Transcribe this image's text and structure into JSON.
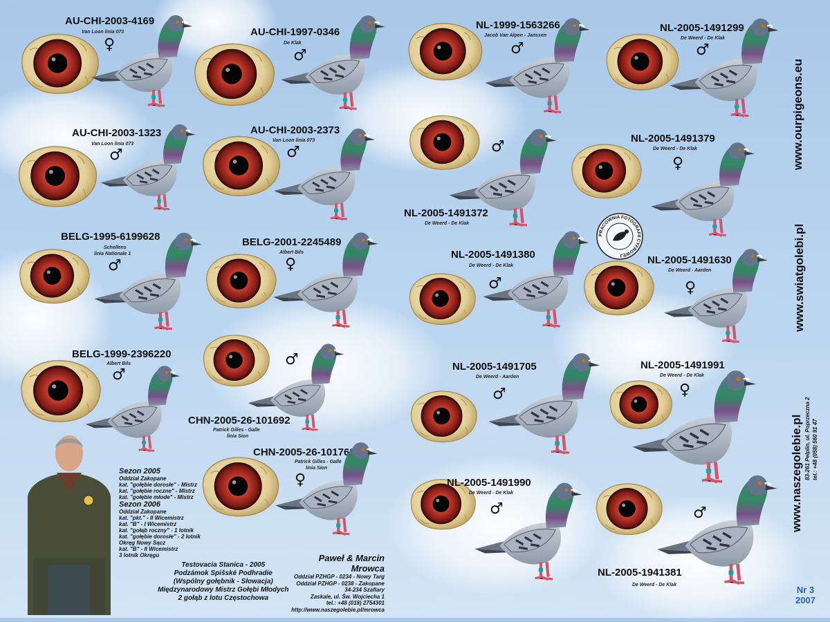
{
  "entries": [
    {
      "ring": "AU-CHI-2003-4169",
      "breeder": "Van Loon linia 073",
      "sex": "♀"
    },
    {
      "ring": "AU-CHI-1997-0346",
      "breeder": "De Klak",
      "sex": "♂"
    },
    {
      "ring": "AU-CHI-2003-1323",
      "breeder": "Van Loon linia 073",
      "sex": "♂"
    },
    {
      "ring": "AU-CHI-2003-2373",
      "breeder": "Van Loon linia 073",
      "sex": "♂"
    },
    {
      "ring": "BELG-1995-6199628",
      "breeder": "Schellens",
      "breeder2": "linia Nationale 1",
      "sex": "♂"
    },
    {
      "ring": "BELG-2001-2245489",
      "breeder": "Albert Bils",
      "sex": "♀"
    },
    {
      "ring": "BELG-1999-2396220",
      "breeder": "Albert Bils",
      "sex": "♂"
    },
    {
      "ring": "CHN-2005-26-101692",
      "breeder": "Patrick Gilles - Galle",
      "breeder2": "linia Sion",
      "sex": "♂"
    },
    {
      "ring": "CHN-2005-26-101769",
      "breeder": "Patrick Gilles - Galle",
      "breeder2": "linia Sion",
      "sex": "♀"
    },
    {
      "ring": "NL-1999-1563266",
      "breeder": "Jacob Van Alpen - Janssen",
      "sex": "♂"
    },
    {
      "ring": "NL-2005-1491299",
      "breeder": "De Weerd - De Klak",
      "sex": "♂"
    },
    {
      "ring": "NL-2005-1491379",
      "breeder": "De Weerd - De Klak",
      "sex": "♀"
    },
    {
      "ring": "NL-2005-1491372",
      "breeder": "De Weerd - De Klak",
      "sex": "♂"
    },
    {
      "ring": "NL-2005-1491380",
      "breeder": "De Weerd - De Klak",
      "sex": "♂"
    },
    {
      "ring": "NL-2005-1491630",
      "breeder": "De Weerd - Aarden",
      "sex": "♀"
    },
    {
      "ring": "NL-2005-1491705",
      "breeder": "De Weerd - Aarden",
      "sex": "♂"
    },
    {
      "ring": "NL-2005-1491991",
      "breeder": "De Weerd - De Klak",
      "sex": "♀"
    },
    {
      "ring": "NL-2005-1491990",
      "breeder": "De Weerd - De Klak",
      "sex": "♂"
    },
    {
      "ring": "NL-2005-1941381",
      "breeder": "De Weerd - De Klak",
      "sex": "♂"
    }
  ],
  "achievements": {
    "s2005_title": "Sezon 2005",
    "s2005_l1": "Oddział Zakopane",
    "s2005_l2": "kat. \"gołębie dorosłe\" - Mistrz",
    "s2005_l3": "kat. \"gołębie roczne\" - Mistrz",
    "s2005_l4": "kat. \"gołębie młode\" - Mistrz",
    "s2006_title": "Sezon 2006",
    "s2006_l1": "Oddział Zakopane",
    "s2006_l2": "kat. \"pkt.\" - II Wicemistrz",
    "s2006_l3": "kat. \"B\" - I Wicemistrz",
    "s2006_l4": "kat. \"gołąb roczny\" - 1 lotnik",
    "s2006_l5": "kat. \"gołębie dorosłe\" - 2 lotnik",
    "s2006_l6": "Okręg Nowy Sącz",
    "s2006_l7": "kat. \"B\" - II Wicemistrz",
    "s2006_l8": "3 lotnik Okręgu"
  },
  "bottom_left": {
    "l1": "Testovacia Stanica - 2005",
    "l2": "Podzámok Spišské Podhradie",
    "l3": "(Wspólny gołębnik - Słowacja)",
    "l4": "Międzynarodowy Mistrz Gołębi Młodych",
    "l5": "2 gołąb z lotu Częstochowa"
  },
  "contact": {
    "name": "Paweł & Marcin Mrowca",
    "l1": "Oddział PZHGP - 0234 - Nowy Targ",
    "l2": "Oddział PZHGP - 0238 - Zakopane",
    "l3": "34-234 Szaflary",
    "l4": "Zaskale, ul. Św. Wojciecha 1",
    "l5": "tel.: +48 (018) 2754301",
    "l6": "http://www.naszegolebie.pl/mrowca"
  },
  "stamp_text": "PRACOWNIA FOTOGRAFII CYFROWEJ",
  "side": {
    "site1": "www.ourpigeons.eu",
    "site2": "www.swiatgolebi.pl",
    "site3": "www.naszegolebie.pl",
    "addr1": "83-261 Pelplin, ul. Poprzeczna 2",
    "addr2": "tel.: +48 (058) 560 91 47"
  },
  "issue": {
    "nr": "Nr 3",
    "year": "2007"
  },
  "colors": {
    "sky": "#b6d2ee",
    "iris": "#a52a2a",
    "eye_cere": "#e8d9a8",
    "pigeon_body": "#b9c3cc",
    "neck_green": "#2e7d5b"
  }
}
